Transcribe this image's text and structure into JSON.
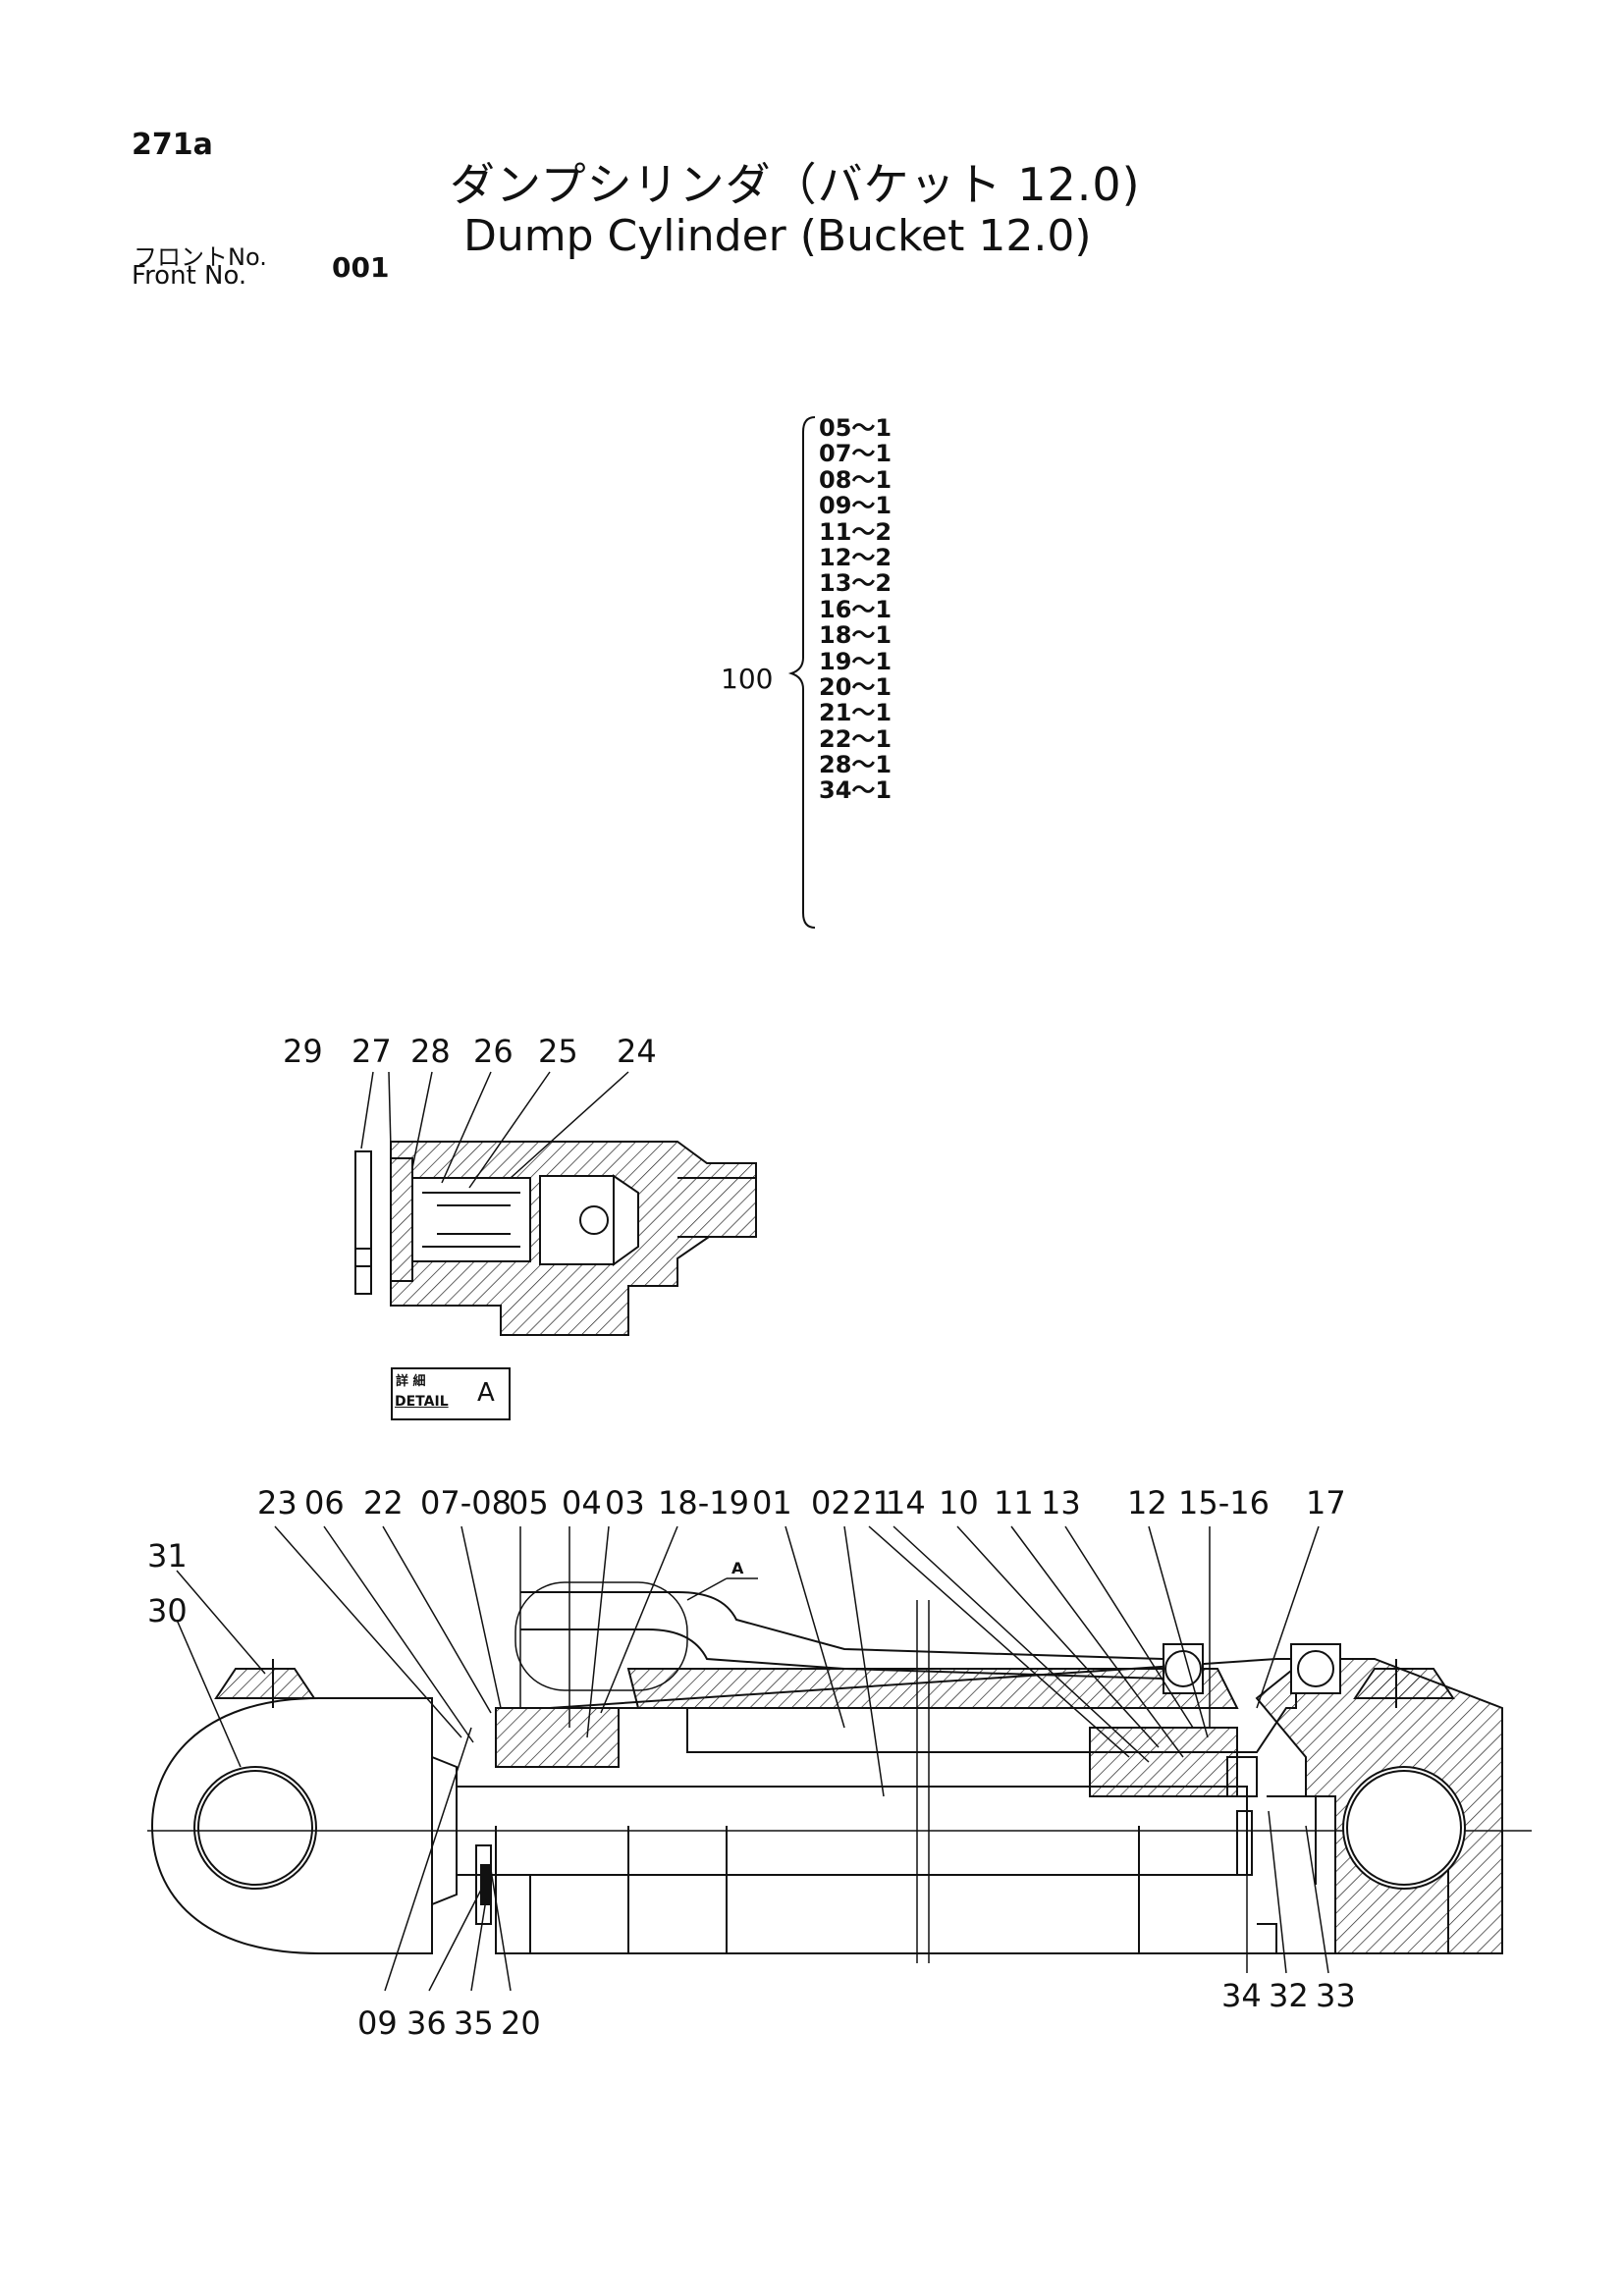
{
  "page_code": "271a",
  "title_jp": "ダンプシリンダ（バケット 12.0)",
  "title_en": "Dump Cylinder (Bucket 12.0)",
  "front_label_jp": "フロントNo.",
  "front_label_en": "Front   No.",
  "front_no": "001",
  "seal_kit": {
    "part_no": "100",
    "items": [
      "05～1",
      "07～1",
      "08～1",
      "09～1",
      "11～2",
      "12～2",
      "13～2",
      "16～1",
      "18～1",
      "19～1",
      "20～1",
      "21～1",
      "22～1",
      "28～1",
      "34～1"
    ]
  },
  "detail": {
    "label_jp": "詳 細",
    "label_en": "DETAIL",
    "letter": "A",
    "callouts": [
      "29",
      "27",
      "28",
      "26",
      "25",
      "24"
    ]
  },
  "main_callouts_top": [
    "23",
    "06",
    "22",
    "07-08",
    "05",
    "04",
    "03",
    "18-19",
    "01",
    "02",
    "21",
    "14",
    "10",
    "11",
    "13",
    "12",
    "15-16",
    "17"
  ],
  "main_callouts_left": [
    "31",
    "30"
  ],
  "main_callouts_bottom": [
    "09",
    "36",
    "35",
    "20",
    "34",
    "32",
    "33"
  ],
  "detail_marker": "A"
}
